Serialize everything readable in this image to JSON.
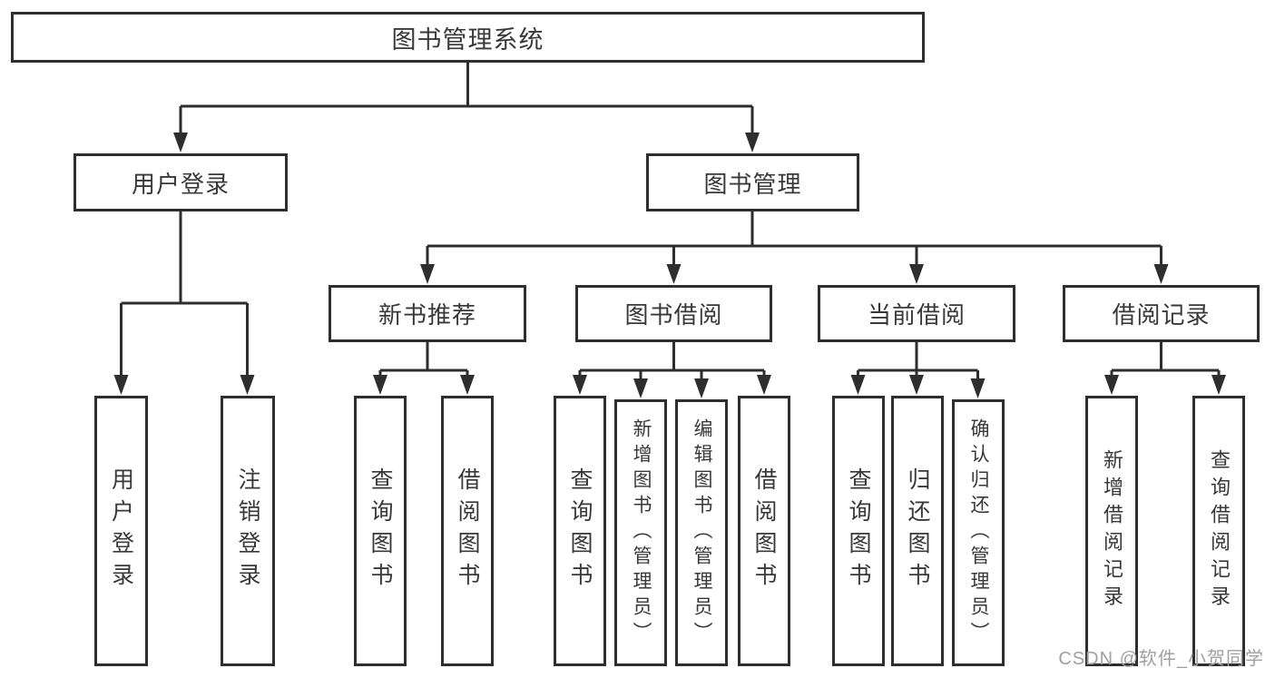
{
  "tree": {
    "label": "图书管理系统",
    "children": [
      {
        "label": "用户登录",
        "children": [
          {
            "label": "用户登录"
          },
          {
            "label": "注销登录"
          }
        ]
      },
      {
        "label": "图书管理",
        "children": [
          {
            "label": "新书推荐",
            "children": [
              {
                "label": "查询图书"
              },
              {
                "label": "借阅图书"
              }
            ]
          },
          {
            "label": "图书借阅",
            "children": [
              {
                "label": "查询图书"
              },
              {
                "label": "新增图书（管理员）"
              },
              {
                "label": "编辑图书（管理员）"
              },
              {
                "label": "借阅图书"
              }
            ]
          },
          {
            "label": "当前借阅",
            "children": [
              {
                "label": "查询图书"
              },
              {
                "label": "归还图书"
              },
              {
                "label": "确认归还（管理员）"
              }
            ]
          },
          {
            "label": "借阅记录",
            "children": [
              {
                "label": "新增借阅记录"
              },
              {
                "label": "查询借阅记录"
              }
            ]
          }
        ]
      }
    ]
  },
  "watermark": {
    "text": "CSDN @软件_小贺同学"
  },
  "colors": {
    "line": "#2e2e2e",
    "box_border": "#2e2e2e",
    "box_fill": "#ffffff",
    "text": "#383838",
    "watermark": "#a0a0a0",
    "background": "#ffffff"
  }
}
